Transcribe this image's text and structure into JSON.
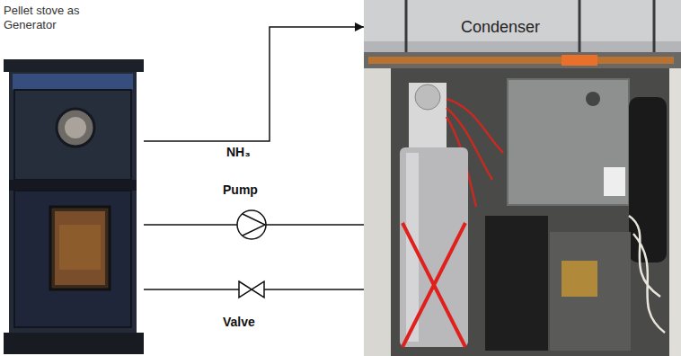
{
  "diagram": {
    "nodes": [
      {
        "text": [
          "Pellet stove as Generator"
        ]
      },
      {
        "text": [
          "Condenser"
        ]
      }
    ],
    "edges": [
      {
        "from": 0,
        "to": 1,
        "arrow": "to",
        "label": "NH₃"
      },
      {
        "from": 0,
        "to": 1,
        "arrow": "none",
        "label": "Pump"
      },
      {
        "from": 0,
        "to": 1,
        "arrow": "none",
        "label": "Valve"
      }
    ]
  }
}
